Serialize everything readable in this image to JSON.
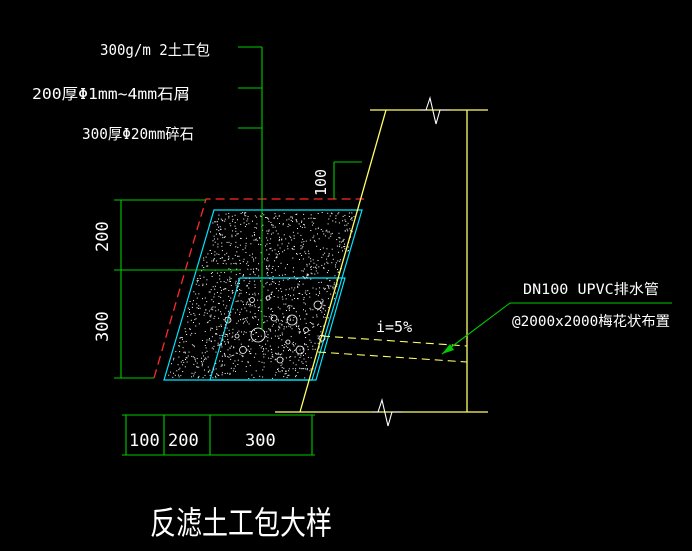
{
  "colors": {
    "background": "#000000",
    "leader_green": "#00cc00",
    "boundary_yellow": "#ffff66",
    "filter_red": "#ff2a2a",
    "fill_cyan": "#00e5ff",
    "text_white": "#ffffff"
  },
  "labels": {
    "geotextile": "300g/m 2土工包",
    "gravel_fine": "200厚Φ1mm~4mm石屑",
    "gravel_coarse": "300厚Φ20mm碎石",
    "dim_top": "100",
    "dim_left_upper": "200",
    "dim_left_lower": "300",
    "slope": "i=5%",
    "pipe_line1": "DN100 UPVC排水管",
    "pipe_line2": "@2000x2000梅花状布置",
    "dim_bottom_1": "100",
    "dim_bottom_2": "200",
    "dim_bottom_3": "300",
    "title": "反滤土工包大样"
  }
}
